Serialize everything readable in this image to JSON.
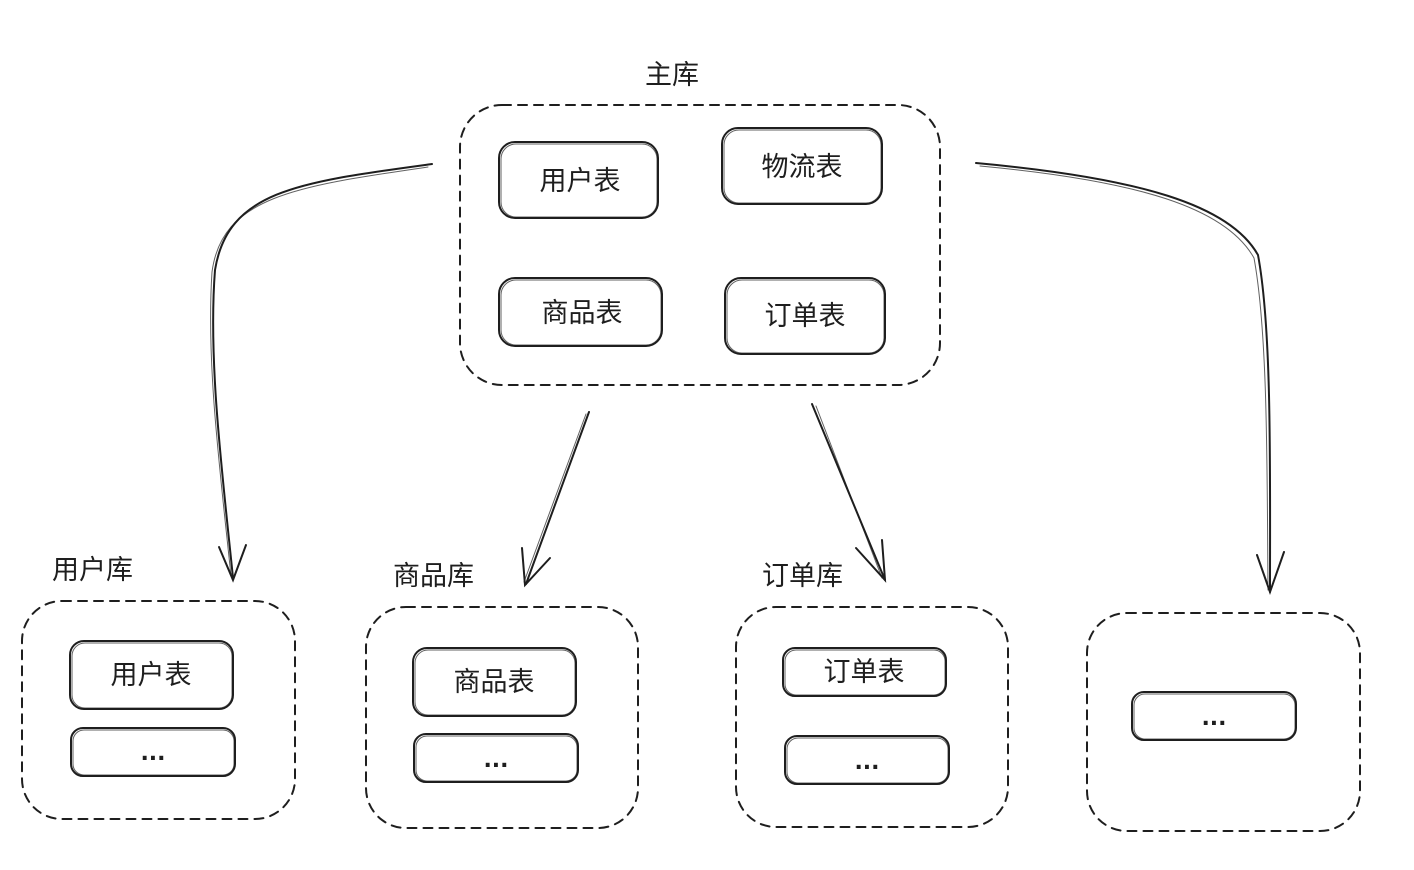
{
  "main_db": {
    "title": "主库",
    "tables": [
      "用户表",
      "物流表",
      "商品表",
      "订单表"
    ]
  },
  "sub_dbs": [
    {
      "title": "用户库",
      "tables": [
        "用户表",
        "..."
      ]
    },
    {
      "title": "商品库",
      "tables": [
        "商品表",
        "..."
      ]
    },
    {
      "title": "订单库",
      "tables": [
        "订单表",
        "..."
      ]
    },
    {
      "title": "",
      "tables": [
        "..."
      ]
    }
  ]
}
